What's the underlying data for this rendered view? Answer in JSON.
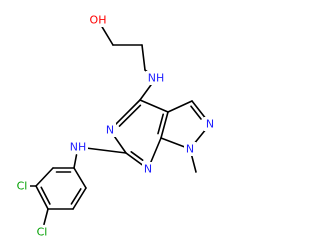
{
  "colors": {
    "bond": "#000000",
    "C": "#000000",
    "O": "#ff0000",
    "N": "#1f1fff",
    "H": "#1f1fff",
    "Cl": "#00a000"
  },
  "structure": {
    "atoms": [
      {
        "id": "o1",
        "label": "OH",
        "element": "O"
      },
      {
        "id": "n_nh_top",
        "label": "NH",
        "element": "N"
      },
      {
        "id": "n_ring_a",
        "label": "N",
        "element": "N"
      },
      {
        "id": "n_ring_b",
        "label": "N",
        "element": "N"
      },
      {
        "id": "n_ring_c",
        "label": "N",
        "element": "N"
      },
      {
        "id": "n_ring_d",
        "label": "N",
        "element": "N"
      },
      {
        "id": "n_nh_bottom",
        "label": "NH",
        "element": "N"
      },
      {
        "id": "cl_top",
        "label": "Cl",
        "element": "Cl"
      },
      {
        "id": "cl_bottom",
        "label": "Cl",
        "element": "Cl"
      }
    ],
    "bonds": [
      {
        "from": "o1",
        "to": "c1",
        "order": 1
      },
      {
        "from": "c1",
        "to": "c2",
        "order": 1
      },
      {
        "from": "c2",
        "to": "c3",
        "order": 1
      },
      {
        "from": "c3",
        "to": "n_nh_top",
        "order": 1
      },
      {
        "from": "n_nh_top",
        "to": "c4",
        "order": 1
      },
      {
        "from": "c4",
        "to": "n_ring_a",
        "order": 2
      },
      {
        "from": "n_ring_a",
        "to": "c6",
        "order": 1
      },
      {
        "from": "c6",
        "to": "n_ring_b",
        "order": 2
      },
      {
        "from": "n_ring_b",
        "to": "c7a",
        "order": 1
      },
      {
        "from": "c7a",
        "to": "c3a",
        "order": 2
      },
      {
        "from": "c3a",
        "to": "c4",
        "order": 1
      },
      {
        "from": "c3a",
        "to": "c3ring",
        "order": 1
      },
      {
        "from": "c3ring",
        "to": "n_ring_c",
        "order": 2
      },
      {
        "from": "n_ring_c",
        "to": "n_ring_d",
        "order": 1
      },
      {
        "from": "n_ring_d",
        "to": "c7a",
        "order": 1
      },
      {
        "from": "n_ring_d",
        "to": "methyl",
        "order": 1
      },
      {
        "from": "c6",
        "to": "n_nh_bottom",
        "order": 1
      },
      {
        "from": "n_nh_bottom",
        "to": "ph1",
        "order": 1
      },
      {
        "from": "ph1",
        "to": "ph2",
        "order": 2
      },
      {
        "from": "ph2",
        "to": "ph3",
        "order": 1
      },
      {
        "from": "ph3",
        "to": "ph4",
        "order": 2
      },
      {
        "from": "ph4",
        "to": "ph5",
        "order": 1
      },
      {
        "from": "ph5",
        "to": "ph6",
        "order": 2
      },
      {
        "from": "ph6",
        "to": "ph1",
        "order": 1
      },
      {
        "from": "ph3",
        "to": "cl_top",
        "order": 1
      },
      {
        "from": "ph4",
        "to": "cl_bottom",
        "order": 1
      }
    ]
  }
}
